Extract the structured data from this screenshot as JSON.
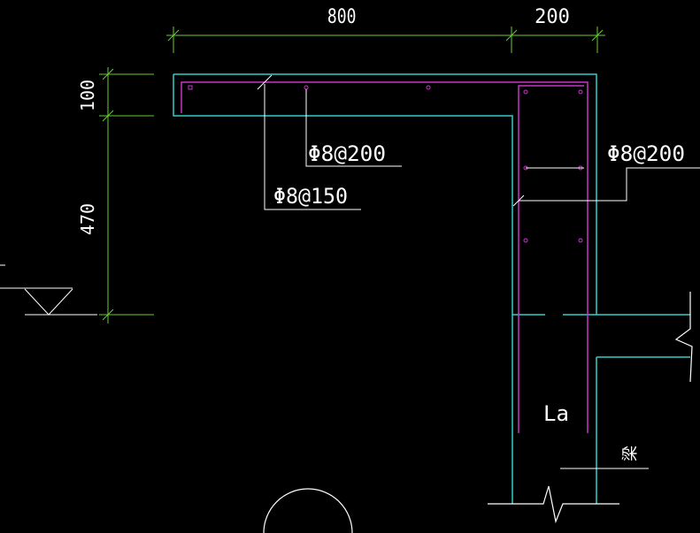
{
  "colors": {
    "background": "#000000",
    "dimension": "#66cc33",
    "outline": "#33cccc",
    "rebar": "#cc33cc",
    "leader": "#ffffff"
  },
  "dimensions": {
    "top_left": "800",
    "top_right": "200",
    "side_top": "100",
    "side_bottom": "470"
  },
  "labels": {
    "slab_rebar_a": "Φ8@200",
    "slab_rebar_b": "Φ8@150",
    "column_rebar": "Φ8@200",
    "anchorage": "La",
    "beam": "梁"
  }
}
